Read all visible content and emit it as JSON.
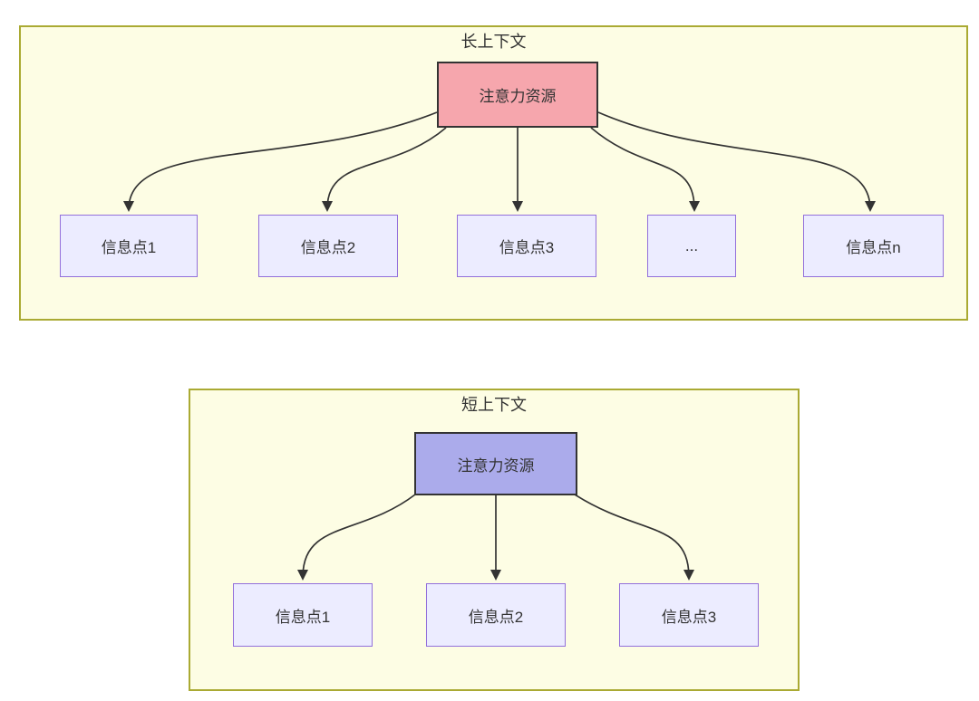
{
  "long_context": {
    "title": "长上下文",
    "root": "注意力资源",
    "nodes": [
      "信息点1",
      "信息点2",
      "信息点3",
      "...",
      "信息点n"
    ]
  },
  "short_context": {
    "title": "短上下文",
    "root": "注意力资源",
    "nodes": [
      "信息点1",
      "信息点2",
      "信息点3"
    ]
  },
  "colors": {
    "cluster_fill": "#fdfde4",
    "cluster_border": "#aaaa33",
    "node_fill": "#ececff",
    "node_border": "#9370db",
    "root_border": "#333333",
    "edge": "#333333",
    "text": "#333333",
    "long_root_fill": "#f6a6ad",
    "short_root_fill": "#ababeb",
    "page_bg": "#ffffff"
  }
}
